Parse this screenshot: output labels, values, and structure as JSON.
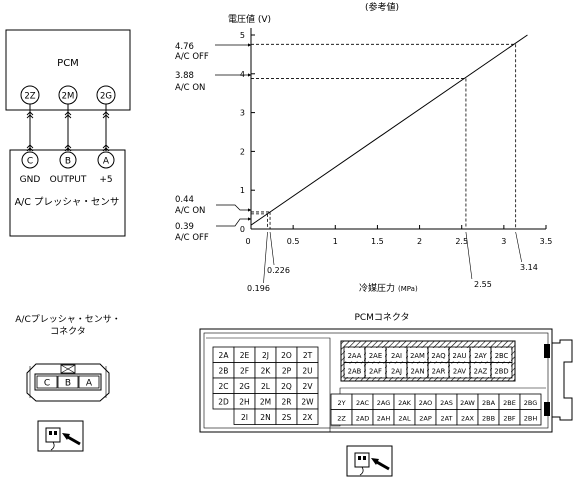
{
  "circuit": {
    "pcm_label": "PCM",
    "terminals": [
      "2Z",
      "2M",
      "2G"
    ],
    "sensor_terminals": [
      "C",
      "B",
      "A"
    ],
    "sensor_terminal_labels": [
      "GND",
      "OUTPUT",
      "+5"
    ],
    "sensor_name": "A/C プレッシャ・センサ"
  },
  "chart_data": {
    "type": "line",
    "title": "(参考値)",
    "ylabel": "電圧値 (V)",
    "xlabel": "冷媒圧力",
    "xlabel_unit": "(MPa)",
    "xlim": [
      0,
      3.5
    ],
    "ylim": [
      0,
      5
    ],
    "x_ticks": [
      "0",
      "0.5",
      "1",
      "1.5",
      "2",
      "2.5",
      "3",
      "3.5"
    ],
    "y_ticks": [
      "0",
      "1",
      "2",
      "3",
      "4",
      "5"
    ],
    "grid": false,
    "series": [
      {
        "x": [
          0,
          3.28
        ],
        "y": [
          0.1,
          5.0
        ]
      }
    ],
    "annotations": [
      {
        "value": "4.76",
        "state": "A/C OFF",
        "x": 3.14,
        "y": 4.76,
        "x_label": "3.14"
      },
      {
        "value": "3.88",
        "state": "A/C ON",
        "x": 2.55,
        "y": 3.88,
        "x_label": "2.55"
      },
      {
        "value": "0.44",
        "state": "A/C ON",
        "x": 0.226,
        "y": 0.44,
        "x_label": "0.226"
      },
      {
        "value": "0.39",
        "state": "A/C OFF",
        "x": 0.196,
        "y": 0.39,
        "x_label": "0.196"
      }
    ]
  },
  "sensor_connector": {
    "title_line1": "A/Cプレッシャ・センサ・",
    "title_line2": "コネクタ",
    "pins": [
      "C",
      "B",
      "A"
    ]
  },
  "pcm_connector": {
    "title": "PCMコネクタ",
    "left_block": [
      [
        "2A",
        "2E",
        "2J",
        "2O",
        "2T"
      ],
      [
        "2B",
        "2F",
        "2K",
        "2P",
        "2U"
      ],
      [
        "2C",
        "2G",
        "2L",
        "2Q",
        "2V"
      ],
      [
        "2D",
        "2H",
        "2M",
        "2R",
        "2W"
      ],
      [
        "",
        "2I",
        "2N",
        "2S",
        "2X"
      ]
    ],
    "right_top": [
      [
        "2AA",
        "2AE",
        "2AI",
        "2AM",
        "2AQ",
        "2AU",
        "2AY",
        "2BC"
      ],
      [
        "2AB",
        "2AF",
        "2AJ",
        "2AN",
        "2AR",
        "2AV",
        "2AZ",
        "2BD"
      ]
    ],
    "right_bottom": [
      [
        "2Y",
        "2AC",
        "2AG",
        "2AK",
        "2AO",
        "2AS",
        "2AW",
        "2BA",
        "2BE",
        "2BG"
      ],
      [
        "2Z",
        "2AD",
        "2AH",
        "2AL",
        "2AP",
        "2AT",
        "2AX",
        "2BB",
        "2BF",
        "2BH"
      ]
    ]
  }
}
